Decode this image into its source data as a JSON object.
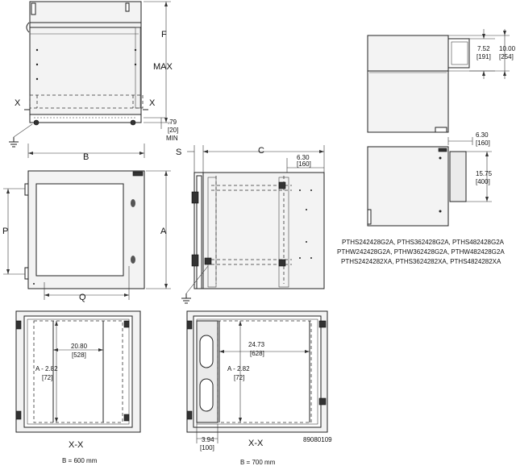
{
  "labels": {
    "F": "F",
    "MAX": "MAX",
    "X_left": "X",
    "X_right": "X",
    "d079": ".79",
    "d20": "[20]",
    "MIN": "MIN",
    "B": "B",
    "S": "S",
    "C": "C",
    "d630": "6.30",
    "d160": "[160]",
    "A_front": "A",
    "A_side": "A",
    "P": "P",
    "Q": "Q",
    "d752": "7.52",
    "d191": "[191]",
    "d1000": "10.00",
    "d254": "[254]",
    "d630b": "6.30",
    "d160b": "[160]",
    "d1575": "15.75",
    "d400": "[400]",
    "d2080": "20.80",
    "d528": "[528]",
    "dA282a": "A - 2.82",
    "d72a": "[72]",
    "d2473": "24.73",
    "d628": "[628]",
    "dA282b": "A - 2.82",
    "d72b": "[72]",
    "d394": "3.94",
    "d100": "[100]",
    "XX1": "X-X",
    "XX2": "X-X",
    "part_id": "89080109",
    "B600": "B = 600 mm",
    "B700": "B = 700 mm"
  },
  "part_numbers": [
    "PTHS242428G2A, PTHS362428G2A, PTHS482428G2A",
    "PTHW242428G2A, PTHW362428G2A, PTHW482428G2A",
    "PTHS2424282XA, PTHS3624282XA, PTHS4824282XA"
  ],
  "colors": {
    "line": "#222222",
    "panel": "#f3f3f3",
    "background": "#ffffff"
  },
  "icons": {
    "ground": "ground-symbol-icon",
    "hinge": "hinge-icon",
    "latch": "latch-icon"
  }
}
